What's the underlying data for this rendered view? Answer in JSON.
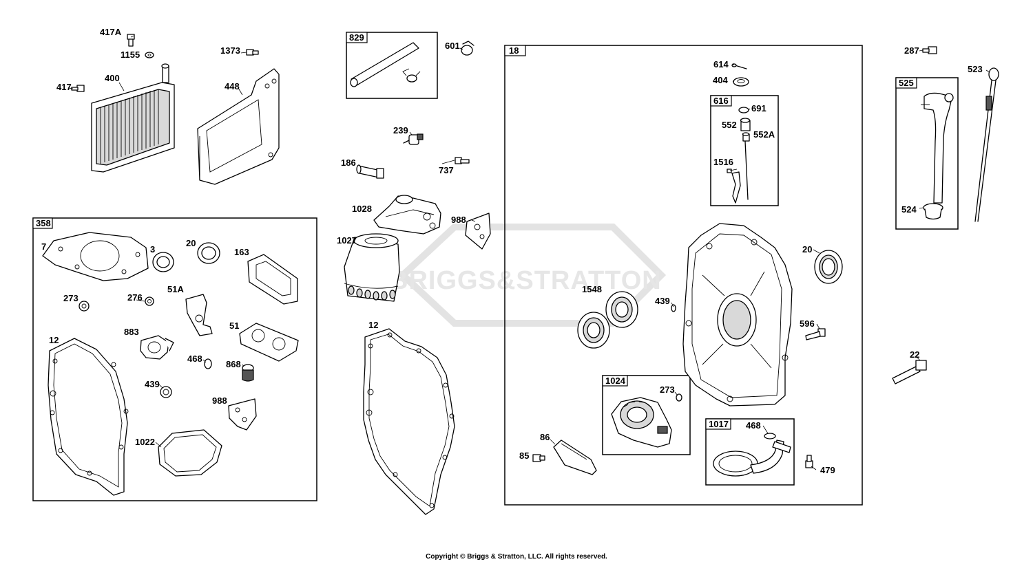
{
  "watermark": "BRIGGS&STRATTON",
  "copyright": "Copyright © Briggs & Stratton, LLC. All rights reserved.",
  "boxes": {
    "b358": "358",
    "b829": "829",
    "b18": "18",
    "b616": "616",
    "b525": "525",
    "b1024": "1024",
    "b1017": "1017"
  },
  "labels": {
    "p417A": "417A",
    "p1155": "1155",
    "p417": "417",
    "p400": "400",
    "p1373": "1373",
    "p448": "448",
    "p601": "601",
    "p239": "239",
    "p186": "186",
    "p737": "737",
    "p1028": "1028",
    "p988a": "988",
    "p1027": "1027",
    "p12b": "12",
    "p7": "7",
    "p3": "3",
    "p20a": "20",
    "p163": "163",
    "p273a": "273",
    "p276": "276",
    "p51A": "51A",
    "p51": "51",
    "p12a": "12",
    "p883": "883",
    "p468a": "468",
    "p868": "868",
    "p439a": "439",
    "p988b": "988",
    "p1022": "1022",
    "p614": "614",
    "p404": "404",
    "p691": "691",
    "p552": "552",
    "p552A": "552A",
    "p1516": "1516",
    "p20b": "20",
    "p1548": "1548",
    "p439b": "439",
    "p596": "596",
    "p273b": "273",
    "p86": "86",
    "p85": "85",
    "p468b": "468",
    "p479": "479",
    "p287": "287",
    "p523": "523",
    "p524": "524",
    "p22": "22"
  }
}
